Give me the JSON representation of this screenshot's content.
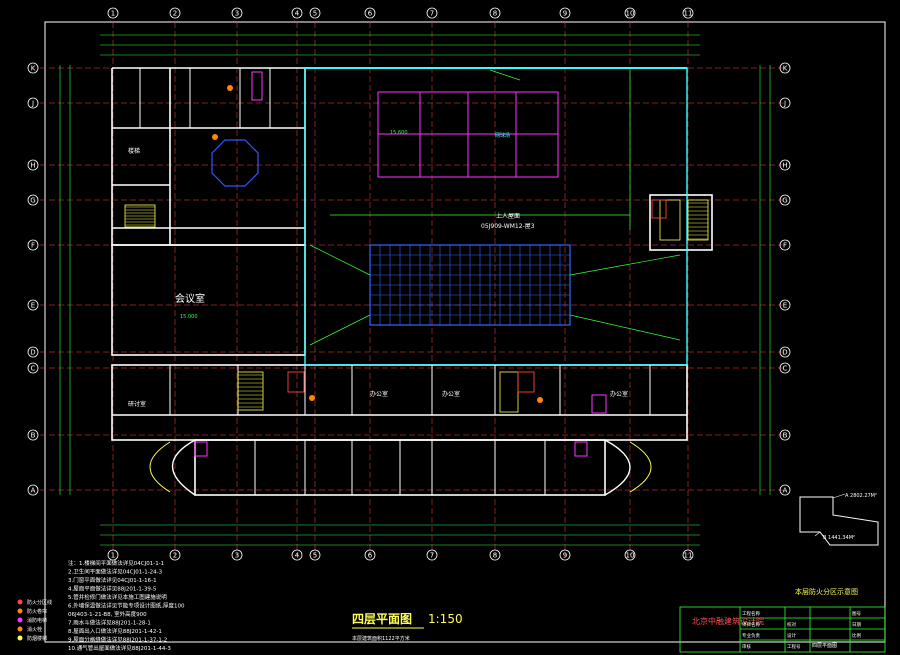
{
  "drawing": {
    "title": "四层平面图",
    "scale": "1:150",
    "subtitle": "本层建筑面积1122平方米",
    "room_meeting": "会议室",
    "room_stair": "楼梯",
    "room_office": "办公室",
    "room_study": "研讨室",
    "court_label": "网球场",
    "roof_label": "上人屋面",
    "roof_ref": "05J909-WM12-屋3",
    "zone_title": "本层防火分区示意图",
    "zone_area_a": "A 2802.27M²",
    "zone_area_b": "B 1441.34M²",
    "elev_main": "15.000",
    "elev_roof": "15.600"
  },
  "axes": {
    "columns": [
      "1",
      "2",
      "3",
      "4",
      "5",
      "6",
      "7",
      "8",
      "9",
      "10",
      "11"
    ],
    "rows": [
      "K",
      "J",
      "H",
      "G",
      "F",
      "E",
      "D",
      "C",
      "B",
      "A"
    ]
  },
  "notes": [
    "注：1.楼梯间平面做法详见04CJ01-1-1",
    "2.卫生间平面做法详见04CJ01-1-24-3",
    "3.门窗平面做法详见04CJ01-1-16-1",
    "4.屋面平面做法详见88J201-1-39-5",
    "5.管井检修门做法详见本施工图建施说明",
    "6.外墙保温做法详见节能专项设计图纸,厚度100",
    "06J403-1-21-B8, 室外高度900",
    "7.雨水斗做法详见88J201-1-28-1",
    "8.屋面出入口做法详见88J201-1-42-1",
    "9.屋面分格缝做法详见88J201-1-37-1-2",
    "10.通气管出屋面做法详见88J201-1-44-3"
  ],
  "legend": [
    "防火分区线",
    "防火卷帘",
    "消防电梯",
    "消火栓",
    "防烟楼梯"
  ],
  "title_block": {
    "company": "北京中融建筑设计院",
    "drawing_name": "四层平面图",
    "cells": [
      "工程名称",
      "项目名称",
      "专业负责",
      "审核",
      "校对",
      "设计",
      "工程号",
      "图号",
      "日期",
      "比例"
    ]
  }
}
